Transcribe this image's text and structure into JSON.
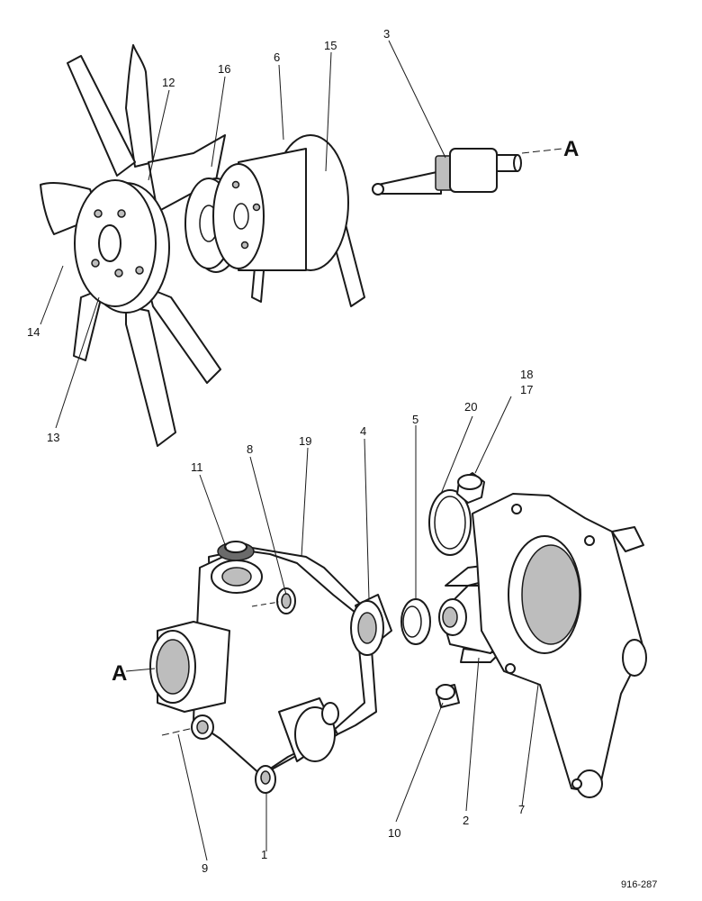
{
  "callouts": [
    "1",
    "2",
    "3",
    "4",
    "5",
    "6",
    "7",
    "8",
    "9",
    "10",
    "11",
    "12",
    "13",
    "14",
    "15",
    "16",
    "17",
    "18",
    "19",
    "20"
  ],
  "markers": {
    "top": "A",
    "bottom": "A"
  },
  "drawing_ref": "916-287"
}
